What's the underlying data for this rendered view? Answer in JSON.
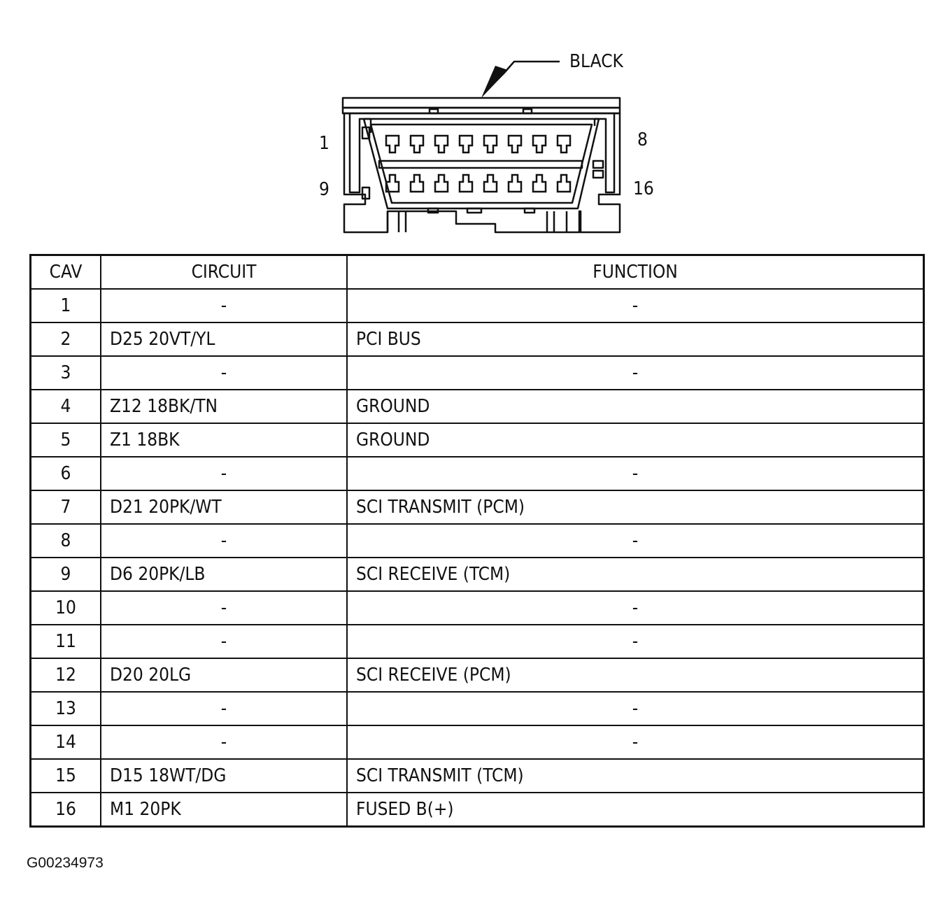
{
  "connector": {
    "color_label": "BLACK",
    "pin_labels": {
      "top_left": "1",
      "top_right": "8",
      "bottom_left": "9",
      "bottom_right": "16"
    }
  },
  "table": {
    "headers": {
      "cav": "CAV",
      "circuit": "CIRCUIT",
      "function": "FUNCTION"
    },
    "rows": [
      {
        "cav": "1",
        "circuit": "-",
        "function": "-"
      },
      {
        "cav": "2",
        "circuit": "D25 20VT/YL",
        "function": "PCI BUS"
      },
      {
        "cav": "3",
        "circuit": "-",
        "function": "-"
      },
      {
        "cav": "4",
        "circuit": "Z12 18BK/TN",
        "function": "GROUND"
      },
      {
        "cav": "5",
        "circuit": "Z1 18BK",
        "function": "GROUND"
      },
      {
        "cav": "6",
        "circuit": "-",
        "function": "-"
      },
      {
        "cav": "7",
        "circuit": "D21 20PK/WT",
        "function": "SCI TRANSMIT (PCM)"
      },
      {
        "cav": "8",
        "circuit": "-",
        "function": "-"
      },
      {
        "cav": "9",
        "circuit": "D6 20PK/LB",
        "function": "SCI RECEIVE (TCM)"
      },
      {
        "cav": "10",
        "circuit": "-",
        "function": "-"
      },
      {
        "cav": "11",
        "circuit": "-",
        "function": "-"
      },
      {
        "cav": "12",
        "circuit": "D20 20LG",
        "function": "SCI RECEIVE (PCM)"
      },
      {
        "cav": "13",
        "circuit": "-",
        "function": "-"
      },
      {
        "cav": "14",
        "circuit": "-",
        "function": "-"
      },
      {
        "cav": "15",
        "circuit": "D15 18WT/DG",
        "function": "SCI TRANSMIT (TCM)"
      },
      {
        "cav": "16",
        "circuit": "M1 20PK",
        "function": "FUSED B(+)"
      }
    ]
  },
  "figure_id": "G00234973"
}
